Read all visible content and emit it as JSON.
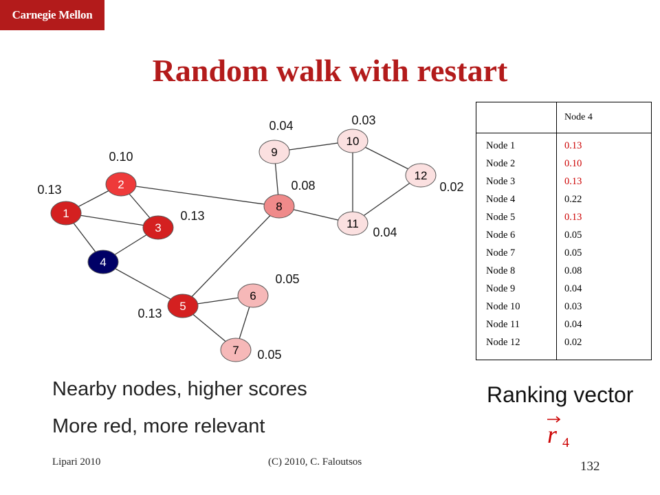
{
  "logo": {
    "text": "Carnegie Mellon"
  },
  "slide": {
    "title": "Random walk with restart"
  },
  "graph": {
    "nodes": [
      {
        "id": "1",
        "score": "0.13",
        "fill": "#d42020",
        "text_color": "#ffffff"
      },
      {
        "id": "2",
        "score": "0.10",
        "fill": "#ee3a3a",
        "text_color": "#ffffff"
      },
      {
        "id": "3",
        "score": "0.13",
        "fill": "#d42020",
        "text_color": "#ffffff"
      },
      {
        "id": "4",
        "score": "",
        "fill": "#000066",
        "text_color": "#ffffff"
      },
      {
        "id": "5",
        "score": "0.13",
        "fill": "#d42020",
        "text_color": "#ffffff"
      },
      {
        "id": "6",
        "score": "0.05",
        "fill": "#f6b8b8",
        "text_color": "#000000"
      },
      {
        "id": "7",
        "score": "0.05",
        "fill": "#f6b8b8",
        "text_color": "#000000"
      },
      {
        "id": "8",
        "score": "0.08",
        "fill": "#ef8a8a",
        "text_color": "#000000"
      },
      {
        "id": "9",
        "score": "0.04",
        "fill": "#fbe0e0",
        "text_color": "#000000"
      },
      {
        "id": "10",
        "score": "0.03",
        "fill": "#fbe0e0",
        "text_color": "#000000"
      },
      {
        "id": "11",
        "score": "0.04",
        "fill": "#fbe0e0",
        "text_color": "#000000"
      },
      {
        "id": "12",
        "score": "0.02",
        "fill": "#fbe0e0",
        "text_color": "#000000"
      }
    ],
    "edges": [
      [
        "1",
        "2"
      ],
      [
        "1",
        "3"
      ],
      [
        "1",
        "4"
      ],
      [
        "2",
        "3"
      ],
      [
        "3",
        "4"
      ],
      [
        "4",
        "5"
      ],
      [
        "2",
        "8"
      ],
      [
        "5",
        "8"
      ],
      [
        "5",
        "6"
      ],
      [
        "5",
        "7"
      ],
      [
        "6",
        "7"
      ],
      [
        "9",
        "8"
      ],
      [
        "9",
        "10"
      ],
      [
        "8",
        "11"
      ],
      [
        "10",
        "11"
      ],
      [
        "10",
        "12"
      ],
      [
        "11",
        "12"
      ]
    ]
  },
  "ranking_table": {
    "header": "Node 4",
    "rows": [
      {
        "node": "Node 1",
        "value": "0.13",
        "color": "#cc0000"
      },
      {
        "node": "Node 2",
        "value": "0.10",
        "color": "#cc0000"
      },
      {
        "node": "Node 3",
        "value": "0.13",
        "color": "#cc0000"
      },
      {
        "node": "Node 4",
        "value": "0.22",
        "color": "#000000"
      },
      {
        "node": "Node 5",
        "value": "0.13",
        "color": "#cc0000"
      },
      {
        "node": "Node 6",
        "value": "0.05",
        "color": "#000000"
      },
      {
        "node": "Node 7",
        "value": "0.05",
        "color": "#000000"
      },
      {
        "node": "Node 8",
        "value": "0.08",
        "color": "#000000"
      },
      {
        "node": "Node 9",
        "value": "0.04",
        "color": "#000000"
      },
      {
        "node": "Node 10",
        "value": "0.03",
        "color": "#000000"
      },
      {
        "node": "Node 11",
        "value": "0.04",
        "color": "#000000"
      },
      {
        "node": "Node 12",
        "value": "0.02",
        "color": "#000000"
      }
    ]
  },
  "captions": {
    "nearby": "Nearby nodes, higher scores",
    "red": "More red, more relevant",
    "ranking_vector": "Ranking vector",
    "symbol_letter": "r",
    "symbol_subscript": "4"
  },
  "footer": {
    "left": "Lipari 2010",
    "center": "(C) 2010, C. Faloutsos",
    "page": "132"
  },
  "colors": {
    "brand": "#b31b1b",
    "edge": "#333333"
  }
}
